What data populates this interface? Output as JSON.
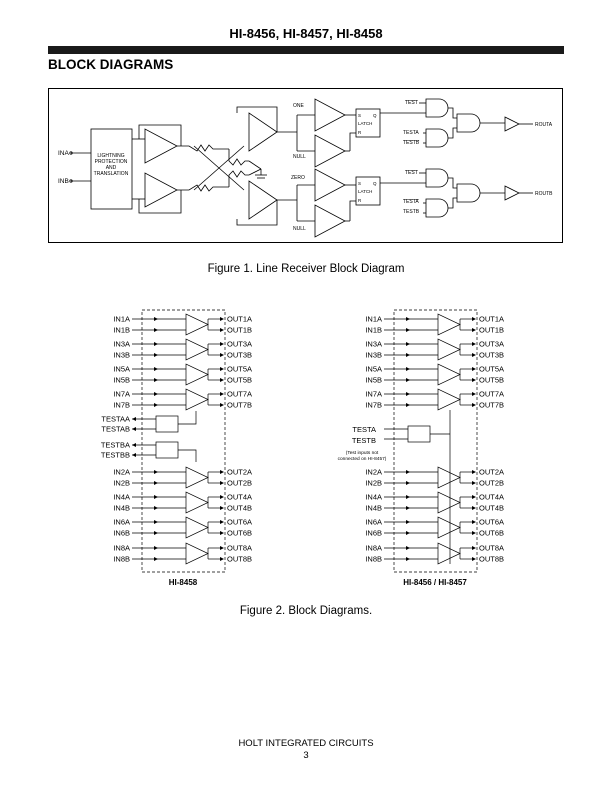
{
  "header": {
    "title": "HI-8456, HI-8457, HI-8458"
  },
  "section": {
    "title": "BLOCK DIAGRAMS"
  },
  "fig1": {
    "caption": "Figure 1.  Line Receiver Block Diagram",
    "inputs": [
      "INA",
      "INB"
    ],
    "protection_lines": [
      "LIGHTNING",
      "PROTECTION",
      "AND",
      "TRANSLATION"
    ],
    "thresholds": [
      "ONE",
      "NULL",
      "ZERO",
      "NULL"
    ],
    "latch": {
      "s": "S",
      "q": "Q",
      "label": "LATCH",
      "r": "R"
    },
    "gate_inputs_a": [
      "TEST",
      "TESTA",
      "TESTB"
    ],
    "gate_inputs_b": [
      "TEST",
      "TESTA",
      "TESTB"
    ],
    "outputs": [
      "ROUTA",
      "ROUTB"
    ]
  },
  "fig2": {
    "caption": "Figure 2.  Block Diagrams.",
    "left": {
      "label": "HI-8458",
      "groups_top": [
        {
          "in": [
            "IN1A",
            "IN1B"
          ],
          "out": [
            "OUT1A",
            "OUT1B"
          ]
        },
        {
          "in": [
            "IN3A",
            "IN3B"
          ],
          "out": [
            "OUT3A",
            "OUT3B"
          ]
        },
        {
          "in": [
            "IN5A",
            "IN5B"
          ],
          "out": [
            "OUT5A",
            "OUT5B"
          ]
        },
        {
          "in": [
            "IN7A",
            "IN7B"
          ],
          "out": [
            "OUT7A",
            "OUT7B"
          ]
        }
      ],
      "test_pins": [
        [
          "TESTAA",
          "TESTAB"
        ],
        [
          "TESTBA",
          "TESTBB"
        ]
      ],
      "groups_bottom": [
        {
          "in": [
            "IN2A",
            "IN2B"
          ],
          "out": [
            "OUT2A",
            "OUT2B"
          ]
        },
        {
          "in": [
            "IN4A",
            "IN4B"
          ],
          "out": [
            "OUT4A",
            "OUT4B"
          ]
        },
        {
          "in": [
            "IN6A",
            "IN6B"
          ],
          "out": [
            "OUT6A",
            "OUT6B"
          ]
        },
        {
          "in": [
            "IN8A",
            "IN8B"
          ],
          "out": [
            "OUT8A",
            "OUT8B"
          ]
        }
      ]
    },
    "right": {
      "label": "HI-8456 / HI-8457",
      "test_pins": [
        "TESTA",
        "TESTB"
      ],
      "note": [
        "(Test inputs not",
        "connected on HI-8457)"
      ]
    }
  },
  "footer": {
    "company": "HOLT INTEGRATED CIRCUITS",
    "page": "3"
  }
}
